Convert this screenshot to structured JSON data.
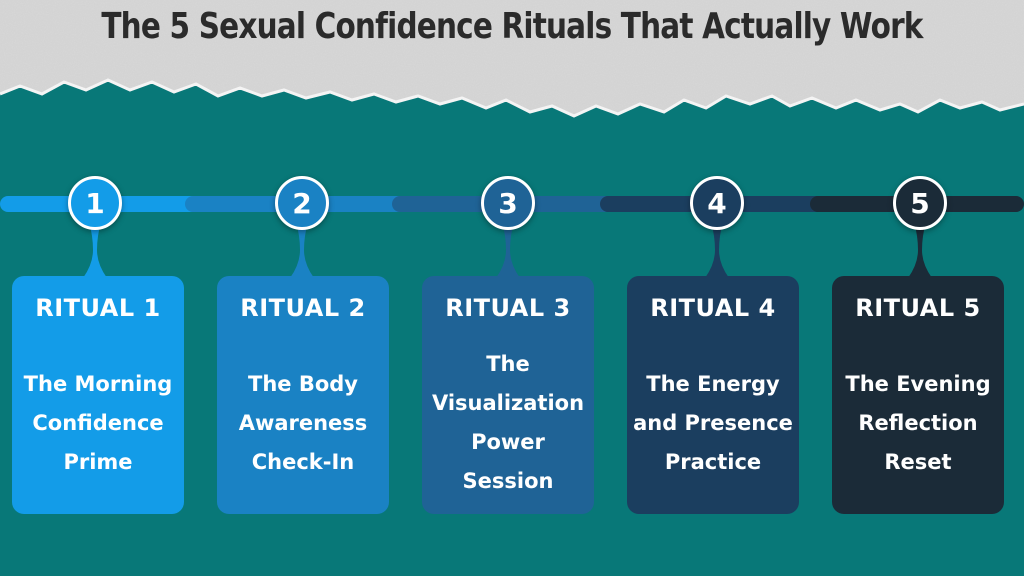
{
  "title": "The 5 Sexual Confidence Rituals That Actually Work",
  "colors": {
    "background": "#087878",
    "paper": "#d8d8d8",
    "title_text": "#2b2b2b"
  },
  "rituals": [
    {
      "number": "1",
      "label": "RITUAL 1",
      "name": "The Morning Confidence Prime",
      "color": "#139ce8"
    },
    {
      "number": "2",
      "label": "RITUAL 2",
      "name": "The Body Awareness Check-In",
      "color": "#1a82c4"
    },
    {
      "number": "3",
      "label": "RITUAL 3",
      "name": "The Visualization Power Session",
      "color": "#1f6396"
    },
    {
      "number": "4",
      "label": "RITUAL 4",
      "name": "The Energy and Presence Practice",
      "color": "#1b3e5f"
    },
    {
      "number": "5",
      "label": "RITUAL 5",
      "name": "The Evening Reflection Reset",
      "color": "#1b2b38"
    }
  ]
}
